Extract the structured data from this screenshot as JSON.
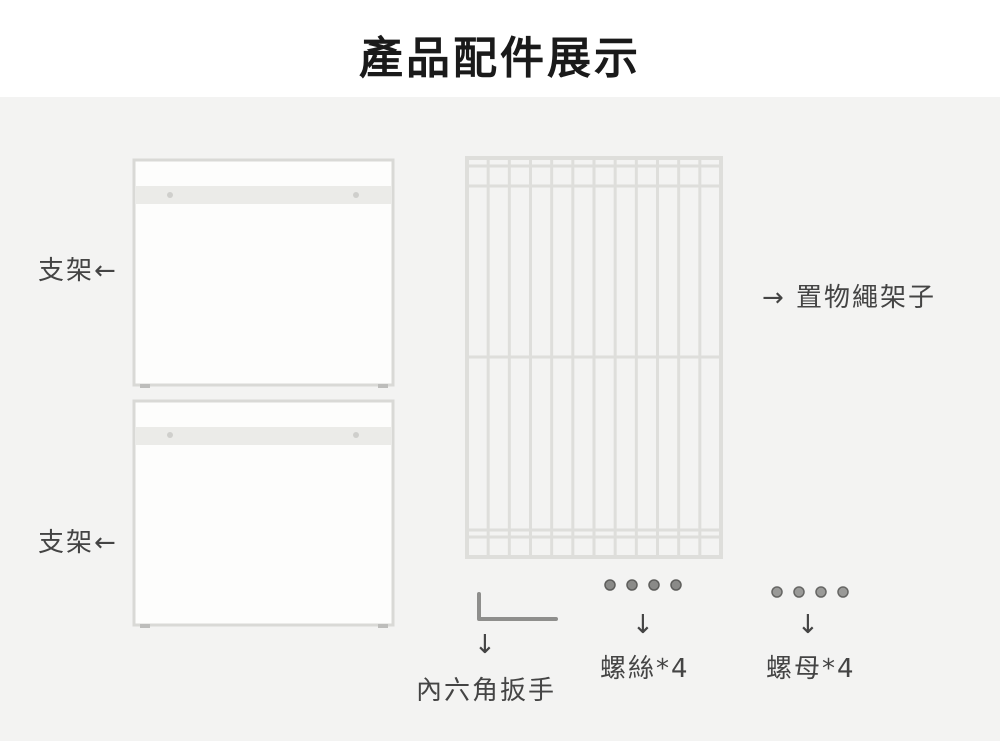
{
  "title": "產品配件展示",
  "labels": {
    "bracket_top": "支架←",
    "bracket_bottom": "支架←",
    "rack": "→ 置物繩架子",
    "hex_key": "內六角扳手",
    "screws": "螺絲*4",
    "nuts": "螺母*4"
  },
  "arrows": {
    "down": "↓"
  },
  "colors": {
    "background": "#f3f3f2",
    "frame": "#ffffff",
    "frame_edge": "#d9d9d6",
    "text": "#444444"
  }
}
